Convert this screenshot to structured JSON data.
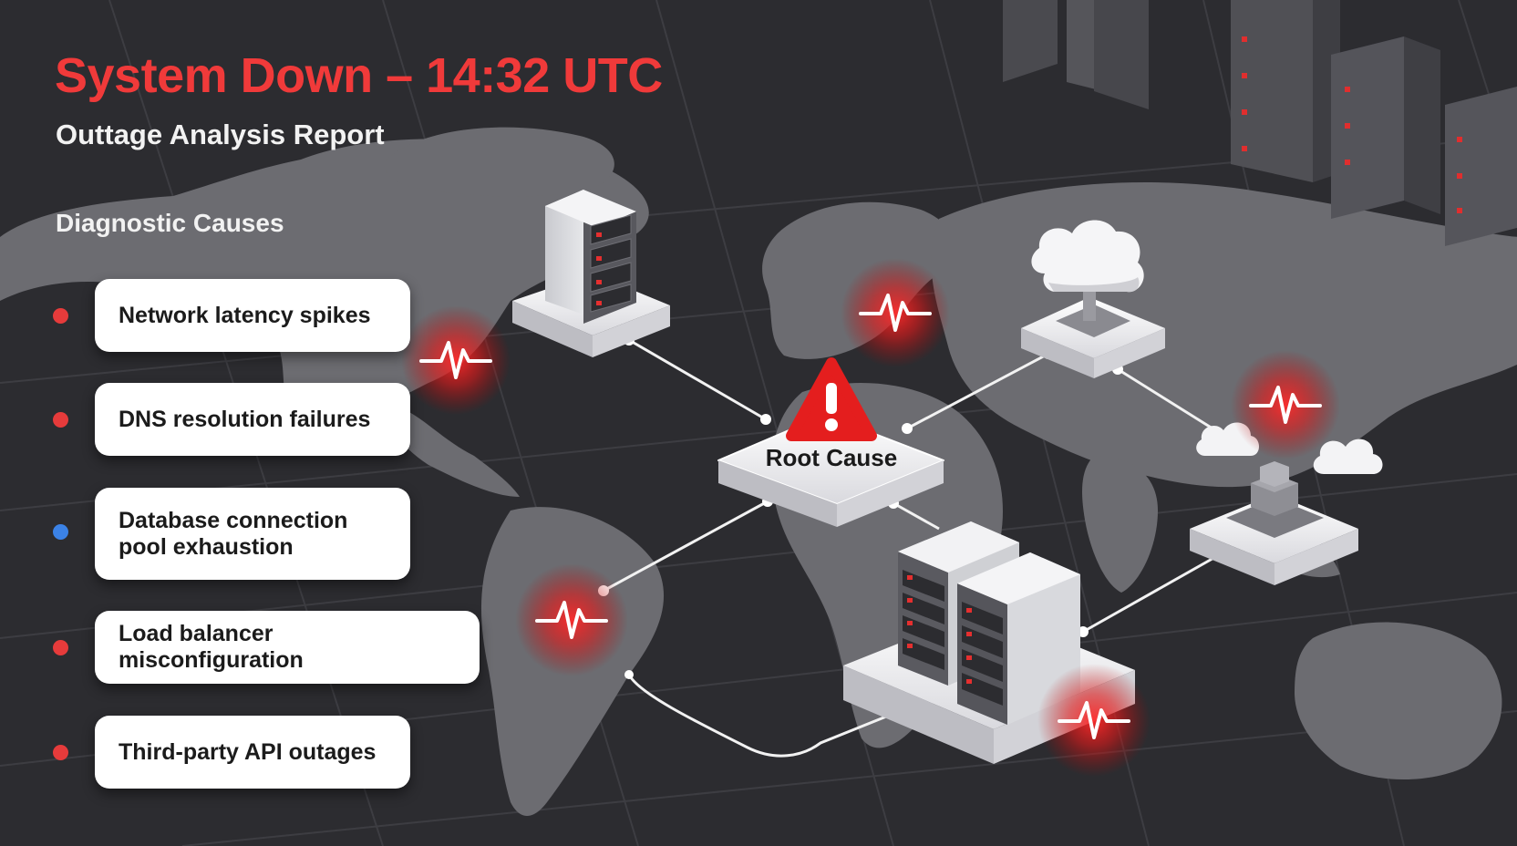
{
  "header": {
    "title": "System Down – 14:32 UTC",
    "subtitle": "Outtage Analysis Report"
  },
  "diagnostics": {
    "heading": "Diagnostic Causes",
    "items": [
      {
        "label": "Network latency spikes",
        "dot": "#e63b3b"
      },
      {
        "label": "DNS resolution failures",
        "dot": "#e63b3b"
      },
      {
        "label": "Database connection pool exhaustion",
        "dot": "#3b82e6"
      },
      {
        "label": "Load balancer misconfiguration",
        "dot": "#e63b3b"
      },
      {
        "label": "Third-party API outages",
        "dot": "#e63b3b"
      }
    ]
  },
  "diagram": {
    "root_label": "Root Cause",
    "alert_icon": "warning-triangle-icon",
    "node_icons": [
      "server-rack-icon",
      "cloud-server-icon",
      "cloud-icon",
      "server-cluster-icon"
    ],
    "pulse_icon": "heartbeat-icon"
  },
  "colors": {
    "background": "#2c2c30",
    "map_land": "#6b6b70",
    "accent_red": "#f03a3a",
    "text_light": "#f2f2f2"
  }
}
